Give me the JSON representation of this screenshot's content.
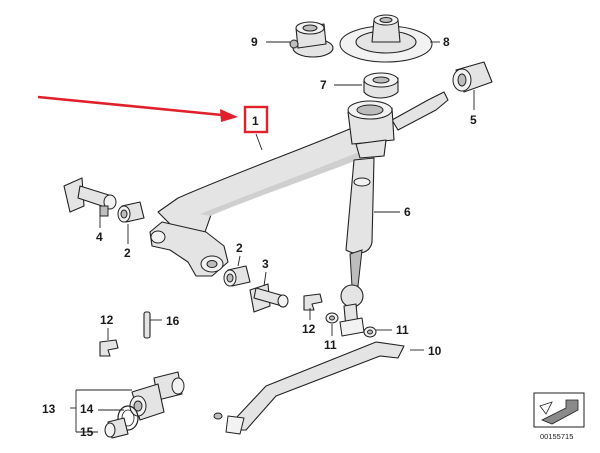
{
  "diagram": {
    "highlight_color": "#e0202a",
    "highlighted_callout": "1",
    "callouts": {
      "c1": "1",
      "c2a": "2",
      "c2b": "2",
      "c3": "3",
      "c4": "4",
      "c5": "5",
      "c6": "6",
      "c7": "7",
      "c8": "8",
      "c9": "9",
      "c10": "10",
      "c11a": "11",
      "c11b": "11",
      "c12a": "12",
      "c12b": "12",
      "c13": "13",
      "c14": "14",
      "c15": "15",
      "c16": "16"
    },
    "document_number": "00155715"
  }
}
